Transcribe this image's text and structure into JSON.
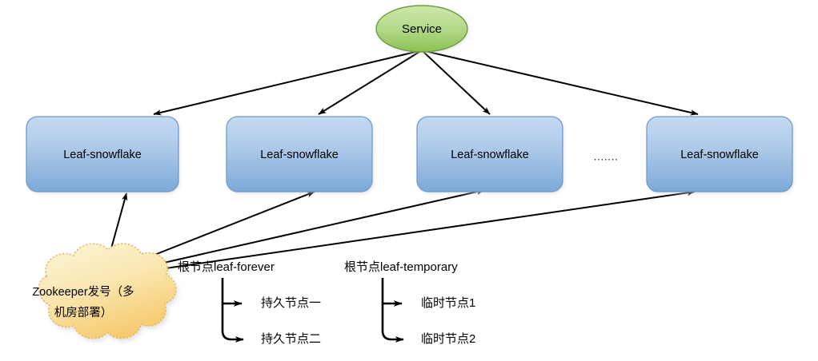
{
  "diagram": {
    "title": "Leaf-snowflake Zookeeper architecture",
    "service": {
      "label": "Service",
      "fill_top": "#c9e3a4",
      "fill_bottom": "#8cc152",
      "stroke": "#6f9b3d"
    },
    "workers": [
      {
        "label": "Leaf-snowflake"
      },
      {
        "label": "Leaf-snowflake"
      },
      {
        "label": "Leaf-snowflake"
      },
      {
        "label": "Leaf-snowflake"
      }
    ],
    "worker_style": {
      "fill_top": "#bed4ee",
      "fill_bottom": "#7ba7d7",
      "stroke": "#6f9ccc"
    },
    "ellipsis": ".......",
    "zookeeper": {
      "label_line1": "Zookeeper发号（多",
      "label_line2": "机房部署）",
      "fill_top": "#fdf0c8",
      "fill_bottom": "#f7cf78",
      "stroke": "#e0b458"
    },
    "trees": [
      {
        "root_label": "根节点leaf-forever",
        "children": [
          "持久节点一",
          "持久节点二"
        ]
      },
      {
        "root_label": "根节点leaf-temporary",
        "children": [
          "临时节点1",
          "临时节点2"
        ]
      }
    ],
    "colors": {
      "edge": "#000000",
      "background": "#ffffff"
    }
  }
}
